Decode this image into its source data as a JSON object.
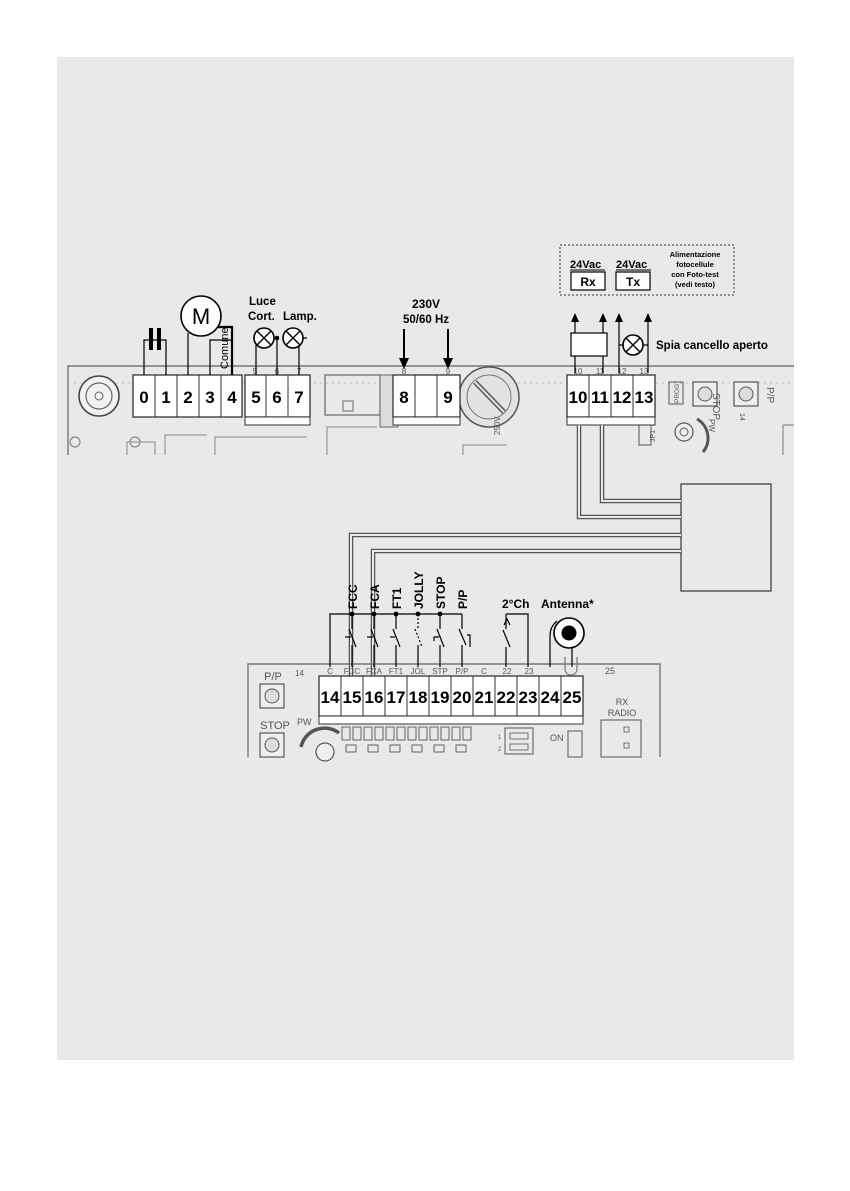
{
  "top_block": {
    "terminals": [
      "0",
      "1",
      "2",
      "3",
      "4",
      "5",
      "6",
      "7",
      "8",
      "9",
      "10",
      "11",
      "12",
      "13"
    ],
    "silk_small": [
      "5",
      "6",
      "7",
      "8",
      "9",
      "10",
      "11",
      "12",
      "13"
    ],
    "motor_label": "M",
    "common_label": "Comune",
    "lamp1_label": [
      "Luce",
      "Cort."
    ],
    "lamp2_label": "Lamp.",
    "power_label": [
      "230V",
      "50/60 Hz"
    ],
    "fuse_label": "250V",
    "spia_label": "Spia cancello aperto",
    "photocell_box": {
      "rx_voltage": "24Vac",
      "rx_label": "Rx",
      "tx_voltage": "24Vac",
      "tx_label": "Tx",
      "note": [
        "Alimentazione",
        "fotocellule",
        "con Foto-test",
        "(vedi testo)"
      ]
    },
    "board_labels": {
      "prog": "PROG",
      "stop": "STOP",
      "pp": "P/P",
      "pw": "PW",
      "jp1": "JP1",
      "num14": "14"
    }
  },
  "bottom_block": {
    "terminals": [
      "14",
      "15",
      "16",
      "17",
      "18",
      "19",
      "20",
      "21",
      "22",
      "23",
      "24",
      "25"
    ],
    "silk_labels": [
      "C",
      "FCC",
      "FCA",
      "FT1",
      "JOL",
      "STP",
      "P/P",
      "C",
      "22",
      "23",
      "25",
      "14"
    ],
    "input_labels": [
      "FCC",
      "FCA",
      "FT1",
      "JOLLY",
      "STOP",
      "P/P"
    ],
    "ch2_label": "2°Ch",
    "antenna_label": "Antenna*",
    "board_labels": {
      "pp": "P/P",
      "stop": "STOP",
      "pw": "PW",
      "rx_radio": [
        "RX",
        "RADIO"
      ],
      "on": "ON",
      "dip1": "1",
      "dip2": "2"
    }
  }
}
